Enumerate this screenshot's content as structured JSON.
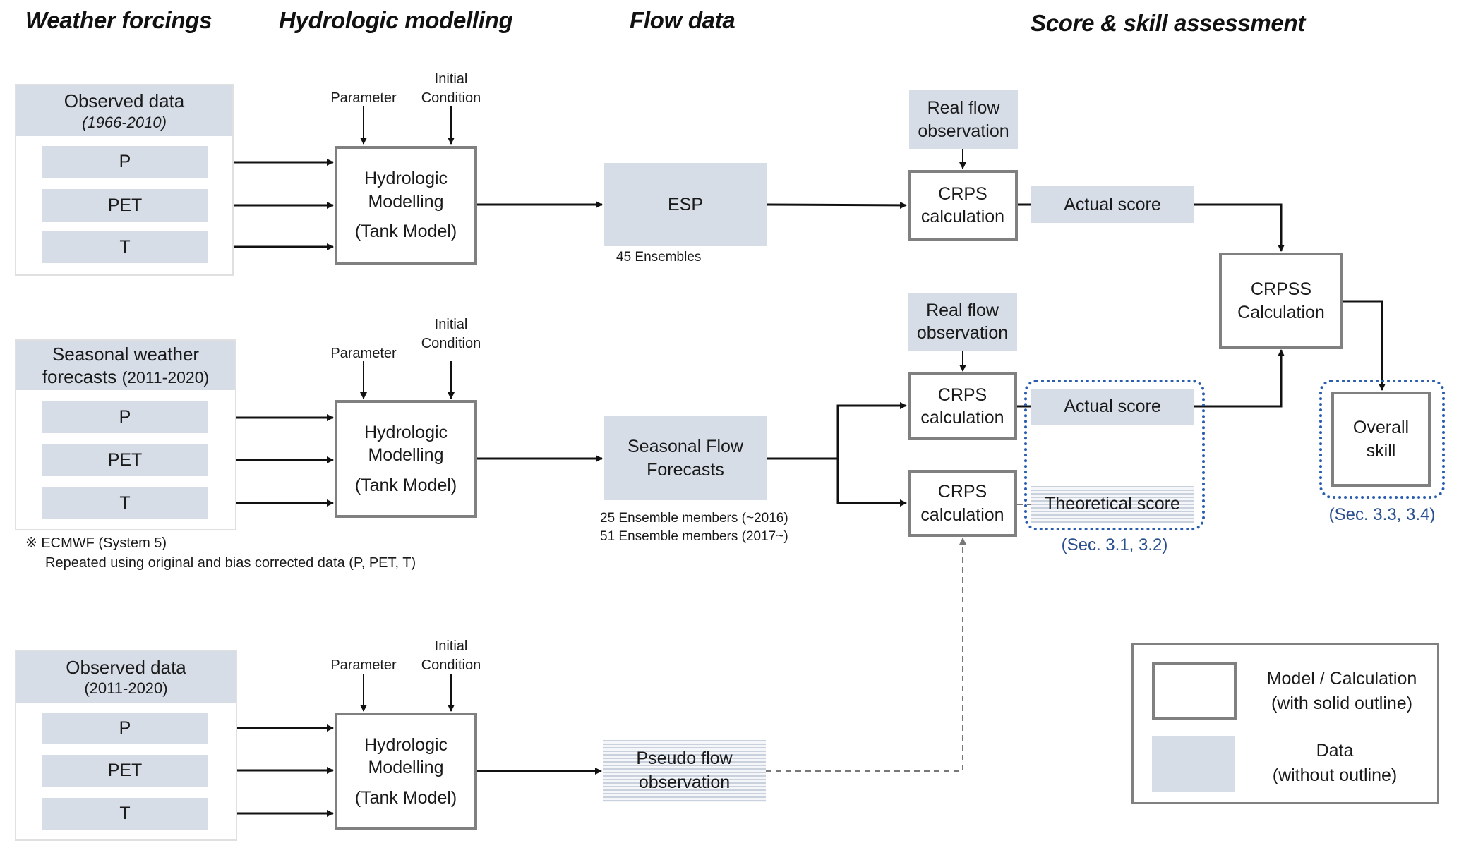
{
  "columns": {
    "weather": "Weather forcings",
    "hydro": "Hydrologic modelling",
    "flow": "Flow data",
    "score": "Score & skill assessment"
  },
  "rows": [
    {
      "forcing_title": "Observed data",
      "forcing_period": "(1966-2010)",
      "variables": [
        "P",
        "PET",
        "T"
      ],
      "param_label": "Parameter",
      "init_label_1": "Initial",
      "init_label_2": "Condition",
      "model_line1": "Hydrologic",
      "model_line2": "Modelling",
      "model_line3": "(Tank Model)",
      "flow_label": "ESP",
      "flow_note": "45 Ensembles"
    },
    {
      "forcing_title": "Seasonal weather",
      "forcing_title2": "forecasts",
      "forcing_period": "(2011-2020)",
      "variables": [
        "P",
        "PET",
        "T"
      ],
      "param_label": "Parameter",
      "init_label_1": "Initial",
      "init_label_2": "Condition",
      "model_line1": "Hydrologic",
      "model_line2": "Modelling",
      "model_line3": "(Tank Model)",
      "flow_label_1": "Seasonal Flow",
      "flow_label_2": "Forecasts",
      "flow_note_1": "25 Ensemble members (~2016)",
      "flow_note_2": "51 Ensemble  members (2017~)",
      "footnote_1": "※ ECMWF (System 5)",
      "footnote_2": "Repeated using original and bias corrected data (P, PET, T)"
    },
    {
      "forcing_title": "Observed data",
      "forcing_period": "(2011-2020)",
      "variables": [
        "P",
        "PET",
        "T"
      ],
      "param_label": "Parameter",
      "init_label_1": "Initial",
      "init_label_2": "Condition",
      "model_line1": "Hydrologic",
      "model_line2": "Modelling",
      "model_line3": "(Tank Model)",
      "flow_label_1": "Pseudo flow",
      "flow_label_2": "observation"
    }
  ],
  "score": {
    "real_flow_1": "Real flow",
    "real_flow_2": "observation",
    "crps_1": "CRPS",
    "crps_2": "calculation",
    "actual_score": "Actual score",
    "theoretical_score": "Theoretical score",
    "crpss_1": "CRPSS",
    "crpss_2": "Calculation",
    "overall_1": "Overall",
    "overall_2": "skill",
    "sec_scores": "(Sec. 3.1, 3.2)",
    "sec_skill": "(Sec. 3.3, 3.4)"
  },
  "legend": {
    "model_1": "Model / Calculation",
    "model_2": "(with solid outline)",
    "data_1": "Data",
    "data_2": "(without outline)"
  },
  "colors": {
    "data_fill": "#d6dde7",
    "model_border": "#808080",
    "section_blue": "#2a5db0"
  }
}
